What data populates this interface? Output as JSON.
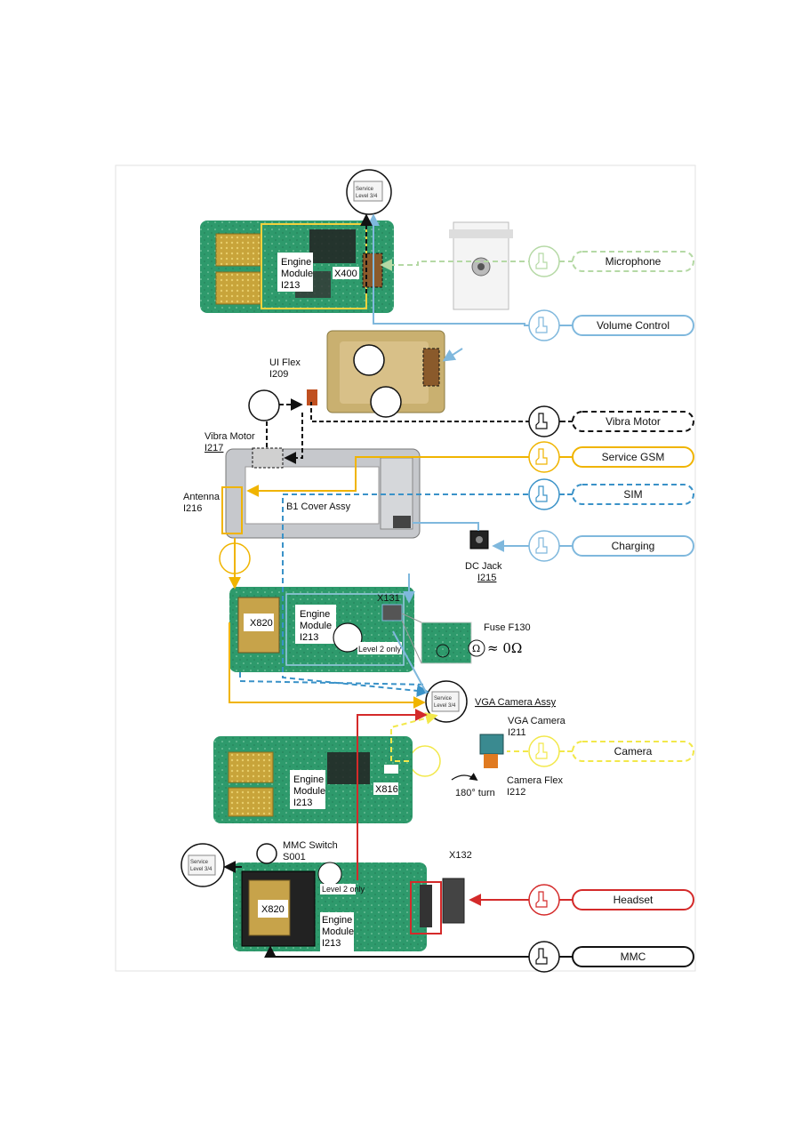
{
  "colors": {
    "yellow": "#f0b400",
    "lightblue": "#7fb8dd",
    "blue_dashed": "#3a92c8",
    "green_light": "#b5d9a5",
    "red": "#d42a2a",
    "black": "#111111",
    "camera_yellow": "#f2e84a",
    "pcb": "#2e9a6c"
  },
  "connectors": [
    {
      "label": "Microphone",
      "color": "green_light",
      "style": "dashed",
      "icon": "connector-hand-icon"
    },
    {
      "label": "Volume Control",
      "color": "lightblue",
      "style": "solid",
      "icon": "connector-hand-icon"
    },
    {
      "label": "Vibra Motor",
      "color": "black",
      "style": "dashed",
      "icon": "connector-hand-icon"
    },
    {
      "label": "Service GSM",
      "color": "yellow",
      "style": "solid",
      "icon": "connector-hand-icon"
    },
    {
      "label": "SIM",
      "color": "blue_dashed",
      "style": "dashed",
      "icon": "connector-hand-icon"
    },
    {
      "label": "Charging",
      "color": "lightblue",
      "style": "solid",
      "icon": "connector-hand-icon"
    },
    {
      "label": "Camera",
      "color": "camera_yellow",
      "style": "dashed",
      "icon": "connector-hand-icon"
    },
    {
      "label": "Headset",
      "color": "red",
      "style": "solid",
      "icon": "connector-hand-icon"
    },
    {
      "label": "MMC",
      "color": "black",
      "style": "solid",
      "icon": "connector-hand-icon"
    }
  ],
  "labels": {
    "engine_module_1": [
      "Engine",
      "Module",
      "I213"
    ],
    "x400": "X400",
    "ui_flex": [
      "UI Flex",
      "I209"
    ],
    "vibra_motor": [
      "Vibra Motor",
      "I217"
    ],
    "antenna": [
      "Antenna",
      "I216"
    ],
    "b1_cover": "B1 Cover Assy",
    "dc_jack": [
      "DC Jack",
      "I215"
    ],
    "x131": "X131",
    "x820": "X820",
    "engine_module_2": [
      "Engine",
      "Module",
      "I213"
    ],
    "fuse": "Fuse F130",
    "ohm_value": "≈ 0Ω",
    "level2": "Level 2 only",
    "vga_camera_assy": "VGA Camera Assy",
    "vga_camera": [
      "VGA Camera",
      "I211"
    ],
    "camera_flex": [
      "Camera Flex",
      "I212"
    ],
    "turn": "180° turn",
    "x816": "X816",
    "engine_module_3": [
      "Engine",
      "Module",
      "I213"
    ],
    "mmc_switch": [
      "MMC Switch",
      "S001"
    ],
    "x132": "X132",
    "x820b": "X820",
    "engine_module_4": [
      "Engine",
      "Module",
      "I213"
    ],
    "level2b": "Level 2 only"
  },
  "service_boxes": [
    {
      "text": [
        "Service",
        "Level 3/4"
      ]
    },
    {
      "text": [
        "Service",
        "Level 3/4"
      ]
    },
    {
      "text": [
        "Service",
        "Level 3/4"
      ]
    }
  ]
}
